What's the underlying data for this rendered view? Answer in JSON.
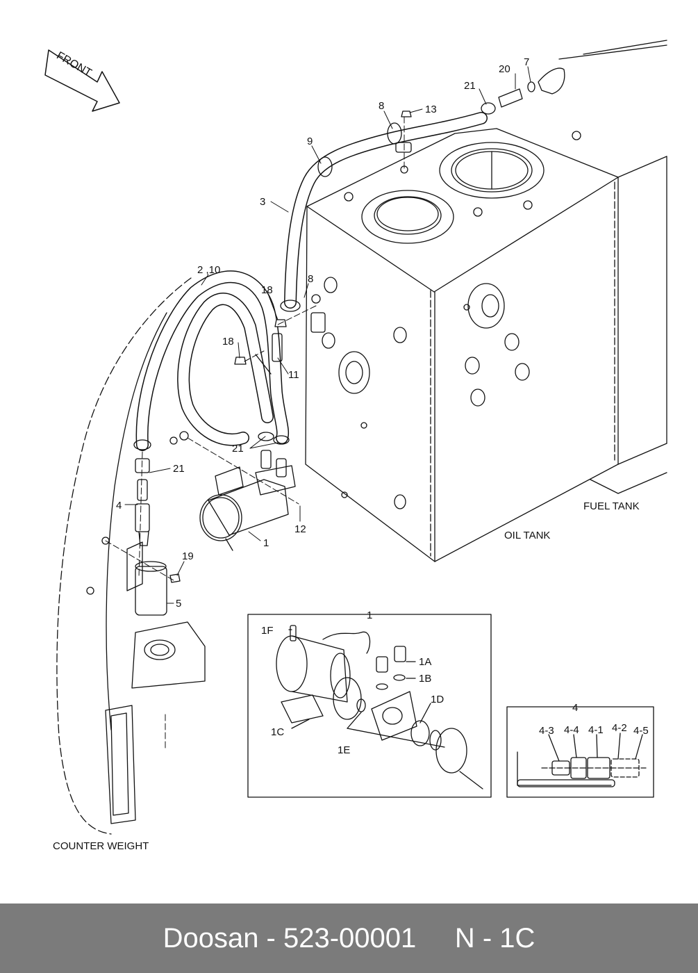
{
  "footer": {
    "brand": "Doosan",
    "sep": " - ",
    "part_number": "523-00001",
    "ref": "N - 1C"
  },
  "arrow_text": "FRONT",
  "areas": {
    "fuel_tank": "FUEL TANK",
    "oil_tank": "OIL TANK",
    "counter_weight": "COUNTER WEIGHT"
  },
  "callouts": {
    "c20": "20",
    "c7": "7",
    "c21a": "21",
    "c13": "13",
    "c8a": "8",
    "c9": "9",
    "c3": "3",
    "c2_10": "2 ,10",
    "c18a": "18",
    "c8b": "8",
    "c18b": "18",
    "c11": "11",
    "c21b": "21",
    "c21c": "21",
    "c4": "4",
    "c1": "1",
    "c12": "12",
    "c19": "19",
    "c5": "5"
  },
  "detail_pump": {
    "title": "1",
    "p1F": "1F",
    "p1A": "1A",
    "p1B": "1B",
    "p1D": "1D",
    "p1C": "1C",
    "p1E": "1E"
  },
  "detail_fitting": {
    "title": "4",
    "p4_3": "4-3",
    "p4_4": "4-4",
    "p4_1": "4-1",
    "p4_2": "4-2",
    "p4_5": "4-5"
  }
}
